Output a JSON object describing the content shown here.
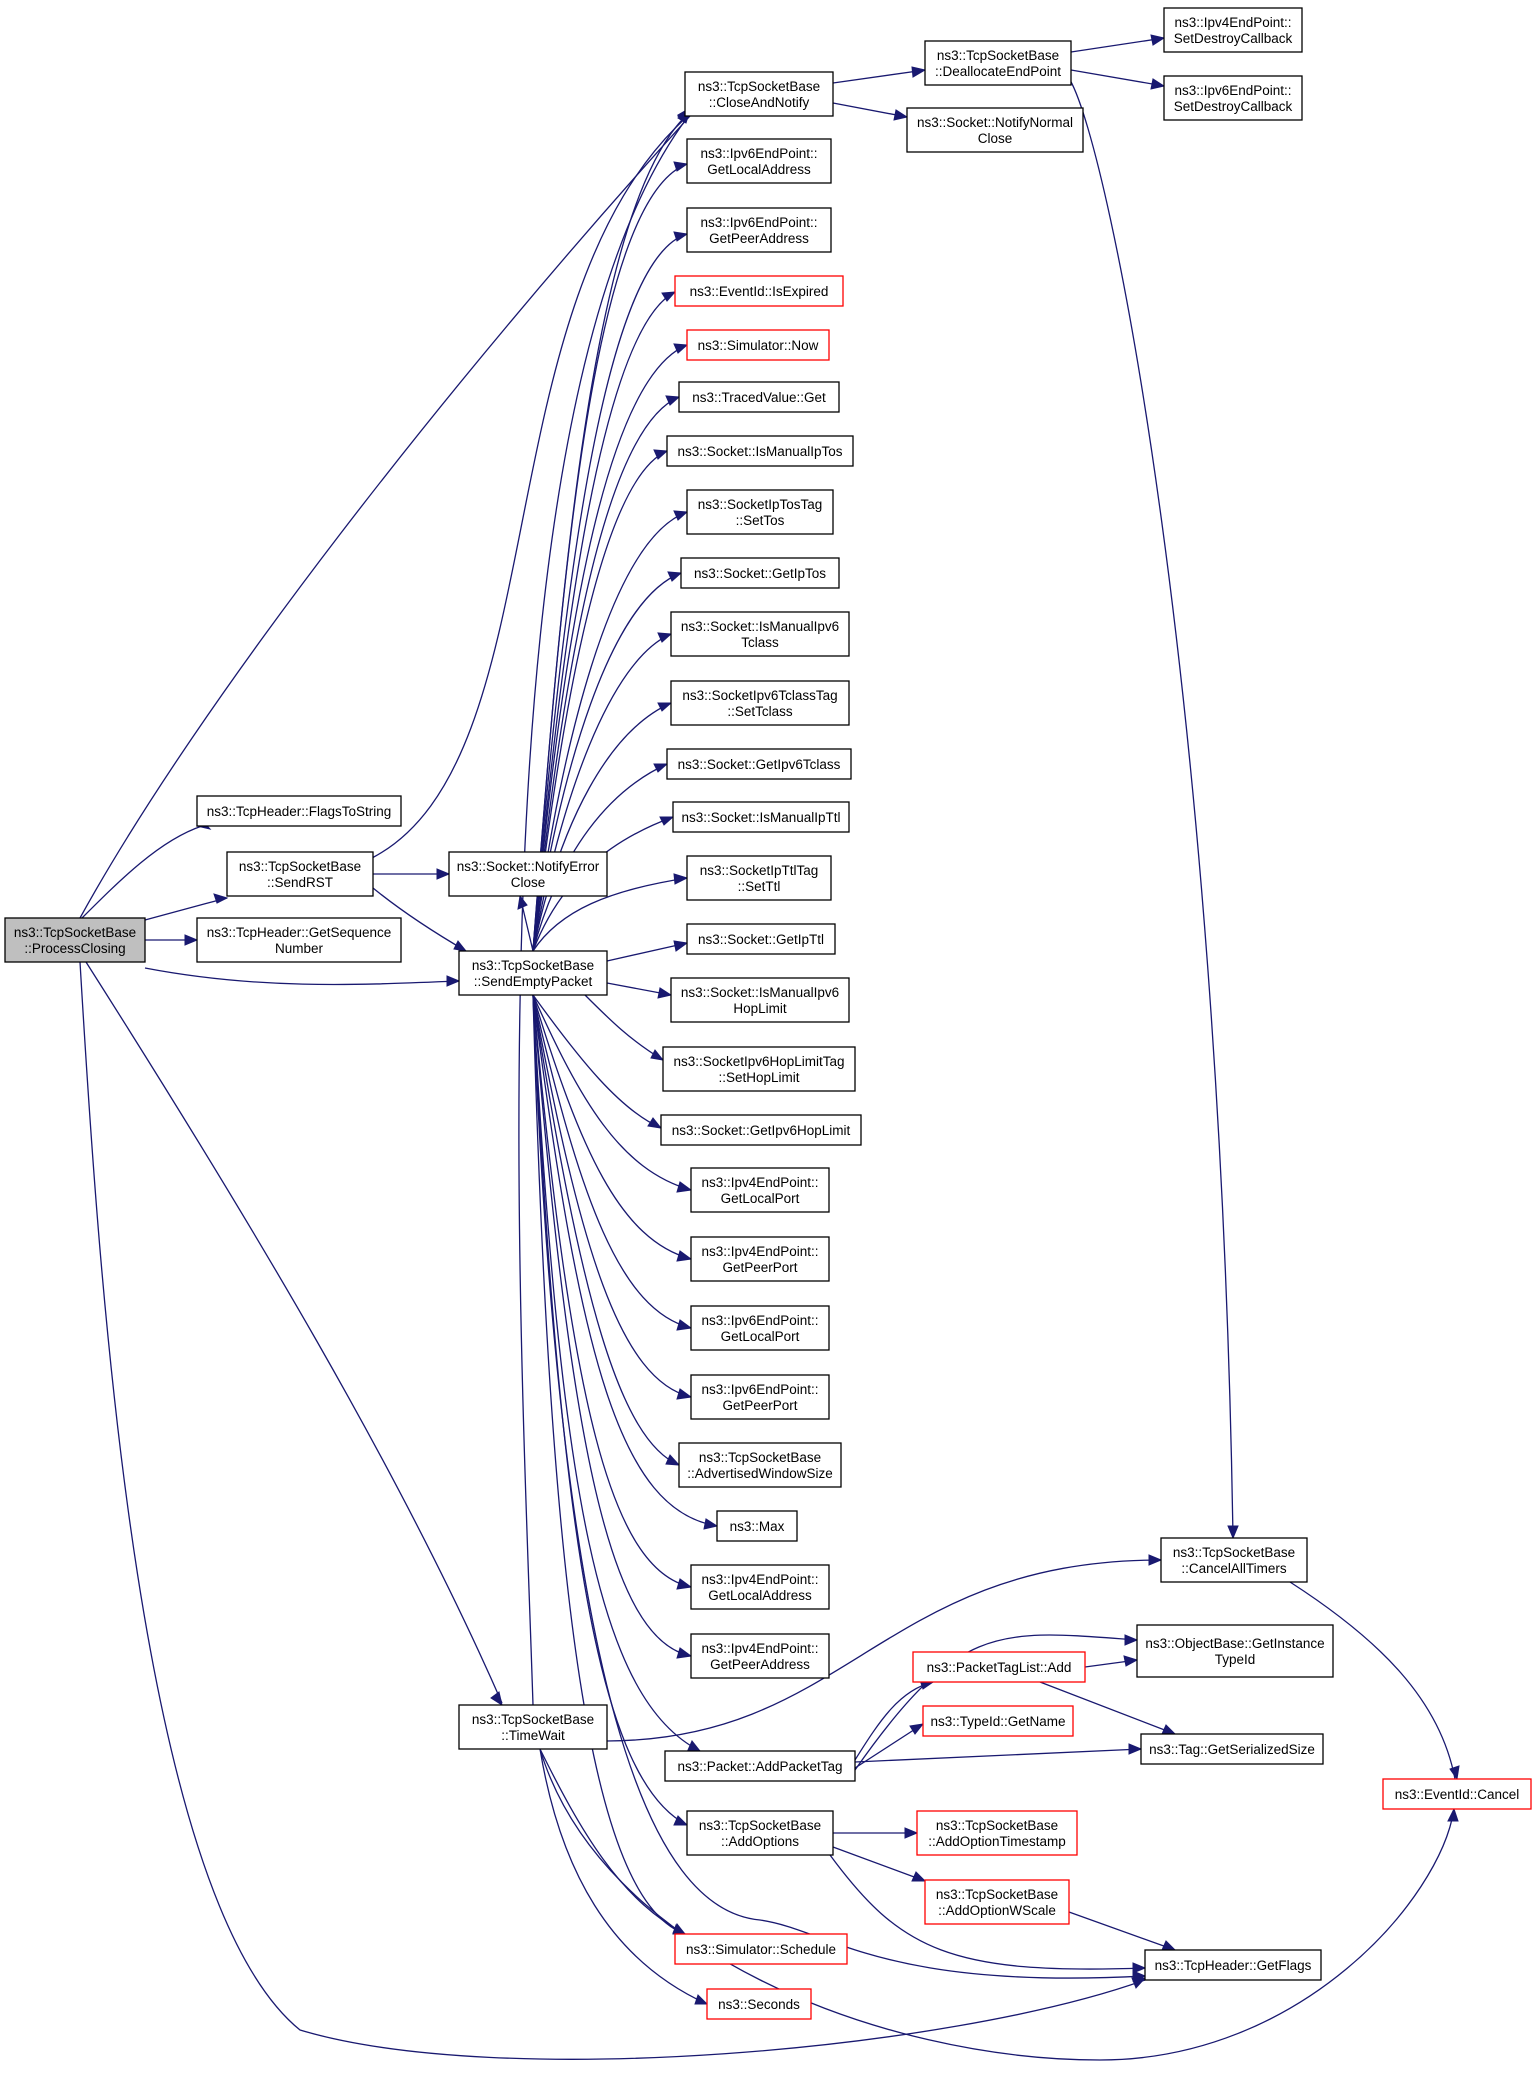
{
  "graph": {
    "type": "doxygen-call-graph",
    "edge_color": "#191970",
    "node_border": "#000000",
    "red_border": "#ff0000",
    "root_fill": "#bfbfbf",
    "nodes": [
      {
        "id": "pc",
        "lines": [
          "ns3::TcpSocketBase",
          "::ProcessClosing"
        ],
        "root": true,
        "red": false
      },
      {
        "id": "fts",
        "lines": [
          "ns3::TcpHeader::FlagsToString"
        ],
        "red": false
      },
      {
        "id": "srst",
        "lines": [
          "ns3::TcpSocketBase",
          "::SendRST"
        ],
        "red": false
      },
      {
        "id": "gsn",
        "lines": [
          "ns3::TcpHeader::GetSequence",
          "Number"
        ],
        "red": false
      },
      {
        "id": "nec",
        "lines": [
          "ns3::Socket::NotifyError",
          "Close"
        ],
        "red": false
      },
      {
        "id": "sep",
        "lines": [
          "ns3::TcpSocketBase",
          "::SendEmptyPacket"
        ],
        "red": false
      },
      {
        "id": "tw",
        "lines": [
          "ns3::TcpSocketBase",
          "::TimeWait"
        ],
        "red": false
      },
      {
        "id": "can",
        "lines": [
          "ns3::TcpSocketBase",
          "::CloseAndNotify"
        ],
        "red": false
      },
      {
        "id": "dep",
        "lines": [
          "ns3::TcpSocketBase",
          "::DeallocateEndPoint"
        ],
        "red": false
      },
      {
        "id": "nnc",
        "lines": [
          "ns3::Socket::NotifyNormal",
          "Close"
        ],
        "red": false
      },
      {
        "id": "i4sdc",
        "lines": [
          "ns3::Ipv4EndPoint::",
          "SetDestroyCallback"
        ],
        "red": false
      },
      {
        "id": "i6sdc",
        "lines": [
          "ns3::Ipv6EndPoint::",
          "SetDestroyCallback"
        ],
        "red": false
      },
      {
        "id": "i6gla",
        "lines": [
          "ns3::Ipv6EndPoint::",
          "GetLocalAddress"
        ],
        "red": false
      },
      {
        "id": "i6gpa",
        "lines": [
          "ns3::Ipv6EndPoint::",
          "GetPeerAddress"
        ],
        "red": false
      },
      {
        "id": "eie",
        "lines": [
          "ns3::EventId::IsExpired"
        ],
        "red": true
      },
      {
        "id": "snow",
        "lines": [
          "ns3::Simulator::Now"
        ],
        "red": true
      },
      {
        "id": "tvg",
        "lines": [
          "ns3::TracedValue::Get"
        ],
        "red": false
      },
      {
        "id": "imtos",
        "lines": [
          "ns3::Socket::IsManualIpTos"
        ],
        "red": false
      },
      {
        "id": "sttos",
        "lines": [
          "ns3::SocketIpTosTag",
          "::SetTos"
        ],
        "red": false
      },
      {
        "id": "gtos",
        "lines": [
          "ns3::Socket::GetIpTos"
        ],
        "red": false
      },
      {
        "id": "imtc",
        "lines": [
          "ns3::Socket::IsManualIpv6",
          "Tclass"
        ],
        "red": false
      },
      {
        "id": "sttc",
        "lines": [
          "ns3::SocketIpv6TclassTag",
          "::SetTclass"
        ],
        "red": false
      },
      {
        "id": "gtc",
        "lines": [
          "ns3::Socket::GetIpv6Tclass"
        ],
        "red": false
      },
      {
        "id": "imttl",
        "lines": [
          "ns3::Socket::IsManualIpTtl"
        ],
        "red": false
      },
      {
        "id": "stttl",
        "lines": [
          "ns3::SocketIpTtlTag",
          "::SetTtl"
        ],
        "red": false
      },
      {
        "id": "gttl",
        "lines": [
          "ns3::Socket::GetIpTtl"
        ],
        "red": false
      },
      {
        "id": "imhl",
        "lines": [
          "ns3::Socket::IsManualIpv6",
          "HopLimit"
        ],
        "red": false
      },
      {
        "id": "sthl",
        "lines": [
          "ns3::SocketIpv6HopLimitTag",
          "::SetHopLimit"
        ],
        "red": false
      },
      {
        "id": "ghl",
        "lines": [
          "ns3::Socket::GetIpv6HopLimit"
        ],
        "red": false
      },
      {
        "id": "i4glp",
        "lines": [
          "ns3::Ipv4EndPoint::",
          "GetLocalPort"
        ],
        "red": false
      },
      {
        "id": "i4gpp",
        "lines": [
          "ns3::Ipv4EndPoint::",
          "GetPeerPort"
        ],
        "red": false
      },
      {
        "id": "i6glp",
        "lines": [
          "ns3::Ipv6EndPoint::",
          "GetLocalPort"
        ],
        "red": false
      },
      {
        "id": "i6gpp",
        "lines": [
          "ns3::Ipv6EndPoint::",
          "GetPeerPort"
        ],
        "red": false
      },
      {
        "id": "aws",
        "lines": [
          "ns3::TcpSocketBase",
          "::AdvertisedWindowSize"
        ],
        "red": false
      },
      {
        "id": "max",
        "lines": [
          "ns3::Max"
        ],
        "red": false
      },
      {
        "id": "i4gla",
        "lines": [
          "ns3::Ipv4EndPoint::",
          "GetLocalAddress"
        ],
        "red": false
      },
      {
        "id": "i4gpa",
        "lines": [
          "ns3::Ipv4EndPoint::",
          "GetPeerAddress"
        ],
        "red": false
      },
      {
        "id": "apt",
        "lines": [
          "ns3::Packet::AddPacketTag"
        ],
        "red": false
      },
      {
        "id": "ao",
        "lines": [
          "ns3::TcpSocketBase",
          "::AddOptions"
        ],
        "red": false
      },
      {
        "id": "ssch",
        "lines": [
          "ns3::Simulator::Schedule"
        ],
        "red": true
      },
      {
        "id": "sec",
        "lines": [
          "ns3::Seconds"
        ],
        "red": true
      },
      {
        "id": "cat",
        "lines": [
          "ns3::TcpSocketBase",
          "::CancelAllTimers"
        ],
        "red": false
      },
      {
        "id": "obgit",
        "lines": [
          "ns3::ObjectBase::GetInstance",
          "TypeId"
        ],
        "red": false
      },
      {
        "id": "ptla",
        "lines": [
          "ns3::PacketTagList::Add"
        ],
        "red": true
      },
      {
        "id": "tgn",
        "lines": [
          "ns3::TypeId::GetName"
        ],
        "red": true
      },
      {
        "id": "tgss",
        "lines": [
          "ns3::Tag::GetSerializedSize"
        ],
        "red": false
      },
      {
        "id": "ecan",
        "lines": [
          "ns3::EventId::Cancel"
        ],
        "red": true
      },
      {
        "id": "aots",
        "lines": [
          "ns3::TcpSocketBase",
          "::AddOptionTimestamp"
        ],
        "red": true
      },
      {
        "id": "aows",
        "lines": [
          "ns3::TcpSocketBase",
          "::AddOptionWScale"
        ],
        "red": true
      },
      {
        "id": "thgf",
        "lines": [
          "ns3::TcpHeader::GetFlags"
        ],
        "red": false
      }
    ]
  }
}
